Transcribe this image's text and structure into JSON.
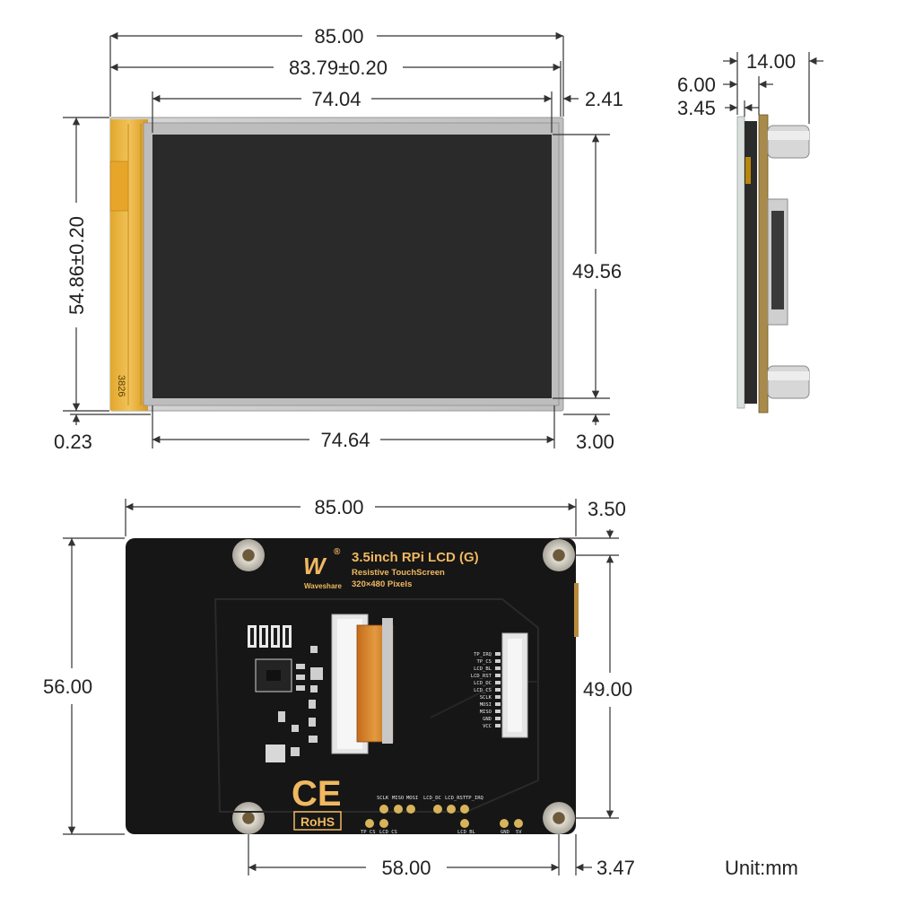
{
  "front_view": {
    "width_total": "85.00",
    "width_panel": "83.79±0.20",
    "width_active": "74.04",
    "right_offset": "2.41",
    "height_panel": "54.86±0.20",
    "height_active": "49.56",
    "bottom_left_offset": "0.23",
    "bottom_width": "74.64",
    "bottom_right_offset": "3.00",
    "fpc_label": "3826"
  },
  "side_view": {
    "depth_total": "14.00",
    "depth_a": "6.00",
    "depth_b": "3.45"
  },
  "back_view": {
    "width_total": "85.00",
    "top_right_offset": "3.50",
    "height_total": "56.00",
    "hole_vertical": "49.00",
    "hole_horizontal": "58.00",
    "bottom_right_offset": "3.47",
    "brand_name": "Waveshare",
    "product_title": "3.5inch RPi LCD (G)",
    "product_subtitle": "Resistive TouchScreen",
    "product_resolution": "320×480 Pixels",
    "ce_mark": "CE",
    "rohs_mark": "RoHS",
    "pin_labels": [
      "TP_IRQ",
      "TP_CS",
      "LCD_BL",
      "LCD_RST",
      "LCD_DC",
      "LCD_CS",
      "SCLK",
      "MOSI",
      "MISO",
      "GND",
      "VCC"
    ],
    "bottom_pad_labels_top": [
      "SCLK",
      "MISO",
      "MOSI",
      "LCD_DC",
      "LCD_RST",
      "TP_IRQ"
    ],
    "bottom_pad_labels_bottom": [
      "TP_CS",
      "LCD_CS",
      "LCD_BL",
      "GND",
      "5V"
    ]
  },
  "unit_label": "Unit:mm",
  "colors": {
    "screen": "#2a2a2a",
    "bezel": "#c8c8c8",
    "fpc_yellow": "#e8b23a",
    "pcb": "#161616",
    "silk_brand": "#f0b860"
  }
}
